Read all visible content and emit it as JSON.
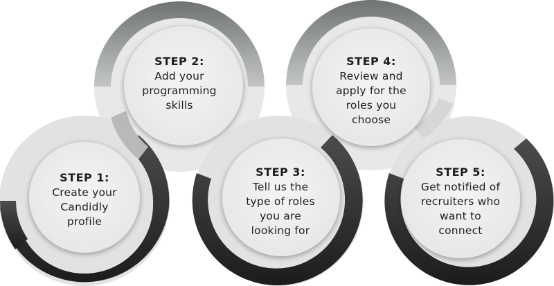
{
  "steps": [
    {
      "title": "STEP 1:",
      "body": "Create your\nCandidly\nprofile",
      "ring_color": "#2e2e30"
    },
    {
      "title": "STEP 2:",
      "body": "Add your\nprogramming\nskills",
      "ring_color": "#8e9191"
    },
    {
      "title": "STEP 3:",
      "body": "Tell us the\ntype of roles\nyou are\nlooking for",
      "ring_color": "#2e2e30"
    },
    {
      "title": "STEP 4:",
      "body": "Review and\napply for the\nroles you\nchoose",
      "ring_color": "#8e9191"
    },
    {
      "title": "STEP 5:",
      "body": "Get notified of\nrecruiters who\nwant to\nconnect",
      "ring_color": "#2e2e30"
    }
  ]
}
